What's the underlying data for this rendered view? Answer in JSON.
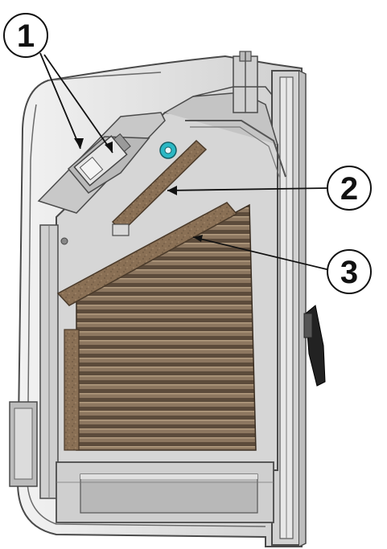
{
  "callouts": [
    {
      "label": "1"
    },
    {
      "label": "2"
    },
    {
      "label": "3"
    }
  ],
  "colors": {
    "outline": "#4a4a4a",
    "body_fill": "#d9d9d9",
    "panel_fill": "#c8c8c8",
    "baffle_brown": "#8a7055",
    "baffle_speckle": "#6b5640",
    "insulation_stripe_dark": "#5a4a3a",
    "insulation_stripe_light": "#a08a70",
    "sensor_cyan": "#2bb8c4"
  },
  "icons": [
    "stove-cross-section",
    "door-handle-icon",
    "sensor-ring-icon"
  ]
}
